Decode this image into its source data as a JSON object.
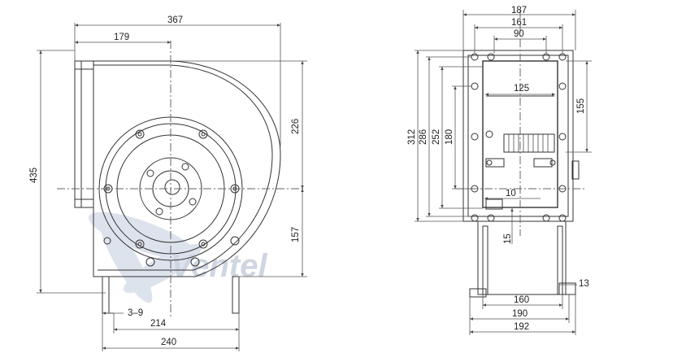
{
  "front_view": {
    "dims": {
      "overall_width": "367",
      "inlet_offset": "179",
      "height_total": "435",
      "upper_height": "226",
      "lower_height": "157",
      "foot_gap": "3–9",
      "foot_span_inner": "214",
      "foot_span_outer": "240"
    }
  },
  "side_view": {
    "dims": {
      "width_187": "187",
      "width_161": "161",
      "width_90": "90",
      "width_125": "125",
      "height_312": "312",
      "height_286": "286",
      "height_252": "252",
      "height_180": "180",
      "height_155": "155",
      "gap_10": "10",
      "gap_15": "15",
      "foot_13": "13",
      "base_160": "160",
      "base_190": "190",
      "base_192": "192"
    }
  },
  "watermark": {
    "text": "Ventel"
  },
  "colors": {
    "line": "#333333",
    "dim": "#555555",
    "watermark": "#cfd6e2"
  }
}
